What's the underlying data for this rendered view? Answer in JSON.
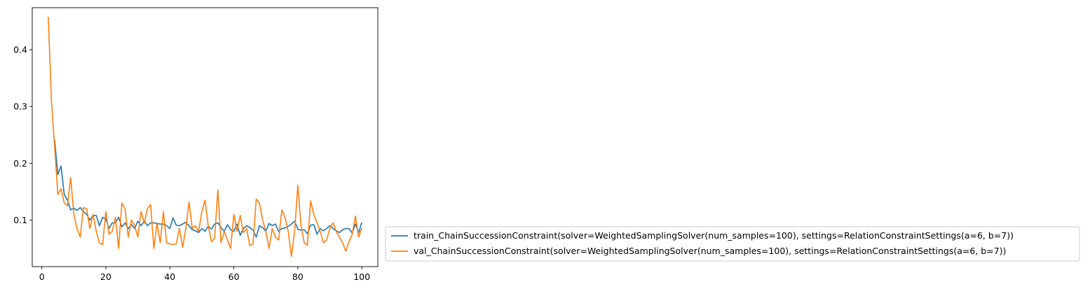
{
  "chart_data": {
    "type": "line",
    "title": "",
    "xlabel": "",
    "ylabel": "",
    "xlim": [
      -3,
      105
    ],
    "ylim": [
      0.018,
      0.474
    ],
    "xticks": [
      0,
      20,
      40,
      60,
      80,
      100
    ],
    "yticks": [
      0.1,
      0.2,
      0.3,
      0.4
    ],
    "grid": false,
    "legend_position": "outside-right-bottom",
    "series": [
      {
        "name": "train_ChainSuccessionConstraint(solver=WeightedSamplingSolver(num_samples=100), settings=RelationConstraintSettings(a=6, b=7))",
        "color": "#1f77b4",
        "x": [
          4,
          5,
          6,
          7,
          8,
          9,
          10,
          11,
          12,
          13,
          14,
          15,
          16,
          17,
          18,
          19,
          20,
          21,
          22,
          23,
          24,
          25,
          26,
          27,
          28,
          29,
          30,
          31,
          32,
          33,
          34,
          35,
          36,
          37,
          38,
          39,
          40,
          41,
          42,
          43,
          44,
          45,
          46,
          47,
          48,
          49,
          50,
          51,
          52,
          53,
          54,
          55,
          56,
          57,
          58,
          59,
          60,
          61,
          62,
          63,
          64,
          65,
          66,
          67,
          68,
          69,
          70,
          71,
          72,
          73,
          74,
          75,
          76,
          77,
          78,
          79,
          80,
          81,
          82,
          83,
          84,
          85,
          86,
          87,
          88,
          89,
          90,
          91,
          92,
          93,
          94,
          95,
          96,
          97,
          98,
          99,
          100
        ],
        "values": [
          0.241,
          0.18,
          0.195,
          0.145,
          0.135,
          0.118,
          0.121,
          0.117,
          0.122,
          0.115,
          0.11,
          0.1,
          0.108,
          0.108,
          0.09,
          0.105,
          0.102,
          0.085,
          0.095,
          0.095,
          0.105,
          0.088,
          0.095,
          0.085,
          0.092,
          0.085,
          0.098,
          0.09,
          0.098,
          0.09,
          0.095,
          0.095,
          0.094,
          0.093,
          0.093,
          0.09,
          0.085,
          0.104,
          0.091,
          0.09,
          0.093,
          0.096,
          0.09,
          0.083,
          0.081,
          0.078,
          0.085,
          0.08,
          0.089,
          0.084,
          0.093,
          0.095,
          0.087,
          0.08,
          0.092,
          0.083,
          0.08,
          0.093,
          0.073,
          0.085,
          0.09,
          0.087,
          0.082,
          0.07,
          0.09,
          0.087,
          0.08,
          0.094,
          0.09,
          0.093,
          0.08,
          0.085,
          0.086,
          0.089,
          0.093,
          0.098,
          0.084,
          0.082,
          0.083,
          0.076,
          0.091,
          0.092,
          0.075,
          0.085,
          0.081,
          0.085,
          0.09,
          0.085,
          0.081,
          0.078,
          0.083,
          0.085,
          0.085,
          0.077,
          0.093,
          0.078,
          0.096
        ]
      },
      {
        "name": "val_ChainSuccessionConstraint(solver=WeightedSamplingSolver(num_samples=100), settings=RelationConstraintSettings(a=6, b=7))",
        "color": "#ff7f0e",
        "x": [
          2,
          3,
          4,
          5,
          6,
          7,
          8,
          9,
          10,
          11,
          12,
          13,
          14,
          15,
          16,
          17,
          18,
          19,
          20,
          21,
          22,
          23,
          24,
          25,
          26,
          27,
          28,
          29,
          30,
          31,
          32,
          33,
          34,
          35,
          36,
          37,
          38,
          39,
          40,
          41,
          42,
          43,
          44,
          45,
          46,
          47,
          48,
          49,
          50,
          51,
          52,
          53,
          54,
          55,
          56,
          57,
          58,
          59,
          60,
          61,
          62,
          63,
          64,
          65,
          66,
          67,
          68,
          69,
          70,
          71,
          72,
          73,
          74,
          75,
          76,
          77,
          78,
          79,
          80,
          81,
          82,
          83,
          84,
          85,
          86,
          87,
          88,
          89,
          90,
          91,
          92,
          93,
          94,
          95,
          96,
          97,
          98,
          99,
          100
        ],
        "values": [
          0.458,
          0.31,
          0.23,
          0.145,
          0.155,
          0.13,
          0.125,
          0.175,
          0.11,
          0.085,
          0.07,
          0.122,
          0.12,
          0.085,
          0.11,
          0.08,
          0.06,
          0.057,
          0.115,
          0.075,
          0.08,
          0.105,
          0.05,
          0.13,
          0.12,
          0.07,
          0.1,
          0.09,
          0.07,
          0.115,
          0.095,
          0.12,
          0.127,
          0.05,
          0.095,
          0.06,
          0.115,
          0.06,
          0.058,
          0.057,
          0.058,
          0.085,
          0.052,
          0.085,
          0.132,
          0.085,
          0.09,
          0.08,
          0.115,
          0.135,
          0.09,
          0.062,
          0.068,
          0.153,
          0.06,
          0.08,
          0.065,
          0.05,
          0.11,
          0.08,
          0.108,
          0.078,
          0.085,
          0.055,
          0.058,
          0.137,
          0.13,
          0.1,
          0.08,
          0.05,
          0.085,
          0.07,
          0.065,
          0.118,
          0.105,
          0.08,
          0.036,
          0.08,
          0.161,
          0.09,
          0.06,
          0.056,
          0.134,
          0.11,
          0.095,
          0.08,
          0.06,
          0.065,
          0.085,
          0.095,
          0.08,
          0.07,
          0.06,
          0.045,
          0.062,
          0.075,
          0.107,
          0.07,
          0.086
        ]
      }
    ]
  }
}
